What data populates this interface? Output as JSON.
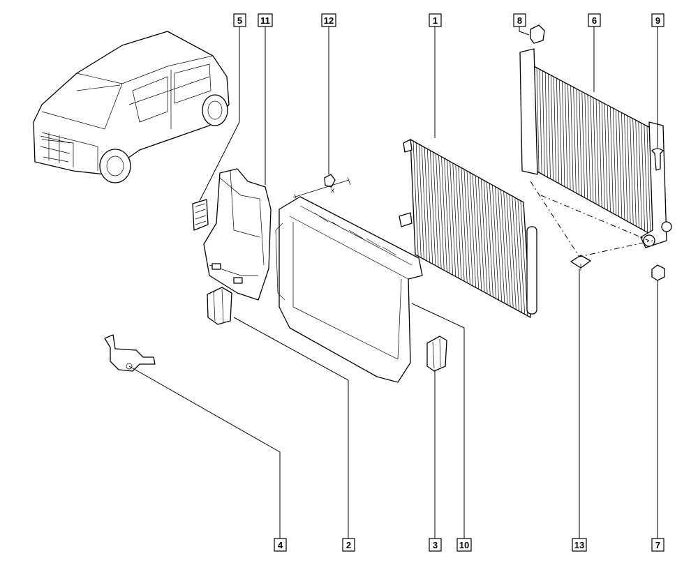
{
  "diagram": {
    "title": "Radiator assembly exploded parts view",
    "callouts": {
      "c5": "5",
      "c11": "11",
      "c12": "12",
      "c1": "1",
      "c8": "8",
      "c6": "6",
      "c9": "9",
      "c4": "4",
      "c2": "2",
      "c3": "3",
      "c10": "10",
      "c13": "13",
      "c7": "7"
    },
    "dimension_label": "x"
  }
}
